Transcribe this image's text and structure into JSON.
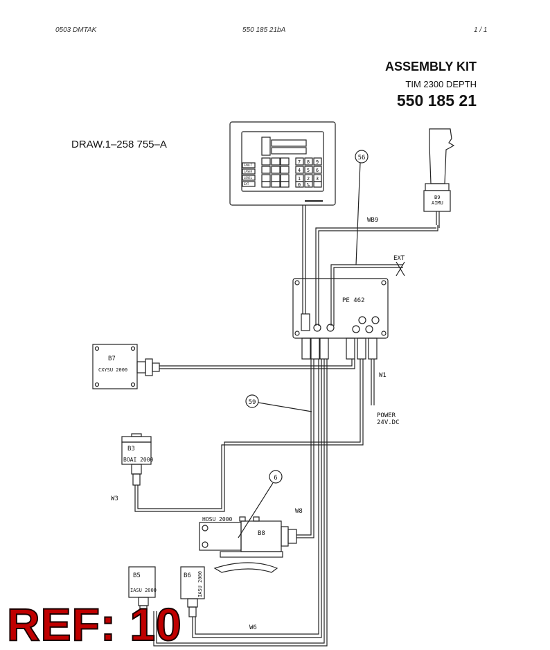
{
  "header": {
    "left": "0503   DMTAK",
    "center": "550 185 21bA",
    "right": "1 / 1"
  },
  "title": {
    "heading": "ASSEMBLY KIT",
    "subtitle": "TIM 2300 DEPTH",
    "part_number": "550 185 21"
  },
  "drawing_ref": "DRAW.1–258 755–A",
  "callouts": {
    "c56": "56",
    "c59": "59",
    "c6": "6"
  },
  "labels": {
    "wb9": "WB9",
    "ext": "EXT",
    "pe462": "PE 462",
    "b7": "B7",
    "b7_model": "CXYSU 2000",
    "b9": "B9",
    "b9_model": "AIMU",
    "w1": "W1",
    "power": "POWER",
    "power_v": "24V.DC",
    "b3": "B3",
    "b3_model": "BOAI 2000",
    "w3": "W3",
    "w8": "W8",
    "hosu": "HOSU 2000",
    "b8": "B8",
    "b5": "B5",
    "b5_model": "IASU 2000",
    "b6": "B6",
    "b6_model": "IASU 2000",
    "w6": "W6"
  },
  "display_panel": {
    "keys": [
      "7",
      "8",
      "9",
      "4",
      "5",
      "6",
      "1",
      "2",
      "3",
      "0",
      "%"
    ],
    "side_keys": [
      "FAULT",
      "LASER",
      "LEVEL",
      "EXT"
    ]
  },
  "ref_stamp": "REF: 10",
  "colors": {
    "ink": "#111111",
    "stamp": "#c00000"
  }
}
